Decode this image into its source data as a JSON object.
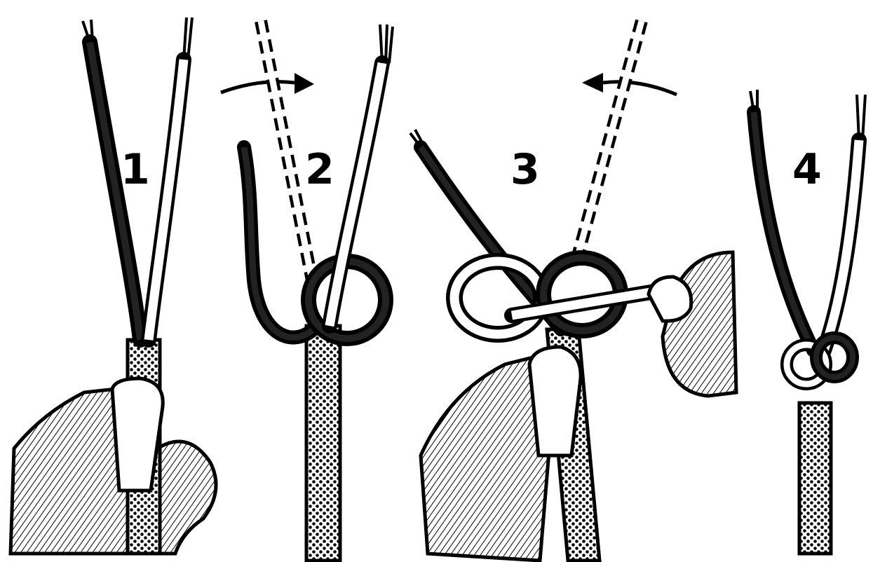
{
  "figure": {
    "steps": [
      {
        "number": "1"
      },
      {
        "number": "2"
      },
      {
        "number": "3"
      },
      {
        "number": "4"
      }
    ],
    "colors": {
      "ink": "#000000",
      "paper": "#ffffff"
    }
  }
}
